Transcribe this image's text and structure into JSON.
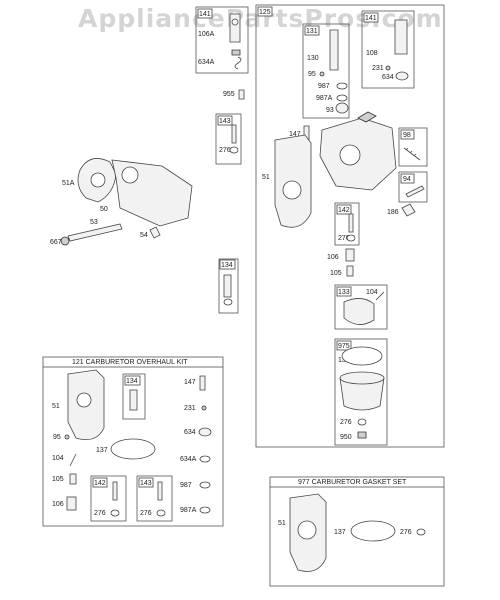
{
  "watermark": "AppliancePartsPros.com",
  "kits": {
    "carb_overhaul_title": "121 CARBURETOR OVERHAUL KIT",
    "gasket_set_title": "977 CARBURETOR GASKET SET"
  },
  "labels": {
    "p141a": "141",
    "p106a": "106A",
    "p634a_top": "634A",
    "p125": "125",
    "p131": "131",
    "p130": "130",
    "p95_top": "95",
    "p987_top": "987",
    "p987a_top": "987A",
    "p93": "93",
    "p141b": "141",
    "p108": "108",
    "p231_top": "231",
    "p634_top": "634",
    "p955": "955",
    "p143_main": "143",
    "p276_main143": "276",
    "p147_main": "147",
    "p51_main": "51",
    "p98": "98",
    "p94": "94",
    "p186": "186",
    "p142_main": "142",
    "p276_main142": "276",
    "p106_main": "106",
    "p105_main": "105",
    "p133": "133",
    "p104_main": "104",
    "p975": "975",
    "p137_main": "137",
    "p276_main975": "276",
    "p950": "950",
    "p51a": "51A",
    "p50": "50",
    "p53": "53",
    "p667": "667",
    "p54": "54",
    "p134_main": "134",
    "k51": "51",
    "k134": "134",
    "k147": "147",
    "k231": "231",
    "k95": "95",
    "k634": "634",
    "k137": "137",
    "k104": "104",
    "k634a": "634A",
    "k105": "105",
    "k142": "142",
    "k143": "143",
    "k987": "987",
    "k106": "106",
    "k276a": "276",
    "k276b": "276",
    "k987a": "987A",
    "g51": "51",
    "g137": "137",
    "g276": "276"
  }
}
